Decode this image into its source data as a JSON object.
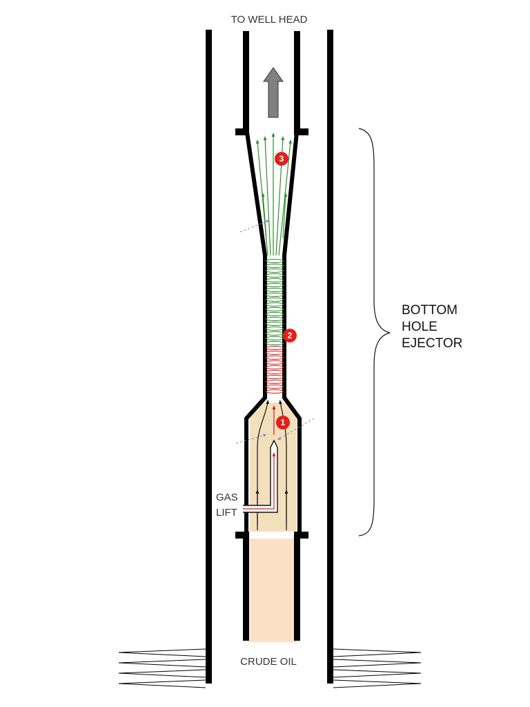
{
  "labels": {
    "top": "TO WELL HEAD",
    "bottom": "CRUDE OIL",
    "gas_line1": "GAS",
    "gas_line2": "LIFT",
    "ejector_line1": "BOTTOM",
    "ejector_line2": "HOLE",
    "ejector_line3": "EJECTOR"
  },
  "stages": [
    {
      "number": "1"
    },
    {
      "number": "2"
    },
    {
      "number": "3"
    }
  ],
  "colors": {
    "casing": "#000000",
    "crude_fill": "#fbe0c6",
    "mixing_fill": "#f4dfbd",
    "arrow_gray": "#808080",
    "flow_green": "#2e8b2e",
    "flow_red": "#d42020",
    "badge_red": "#e0201a",
    "gas_arrow": "#8080c0"
  },
  "icons": {
    "outflow": "up-arrow-icon",
    "rock_formation": "wedge-icon",
    "stage_marker": "numbered-circle-icon"
  }
}
